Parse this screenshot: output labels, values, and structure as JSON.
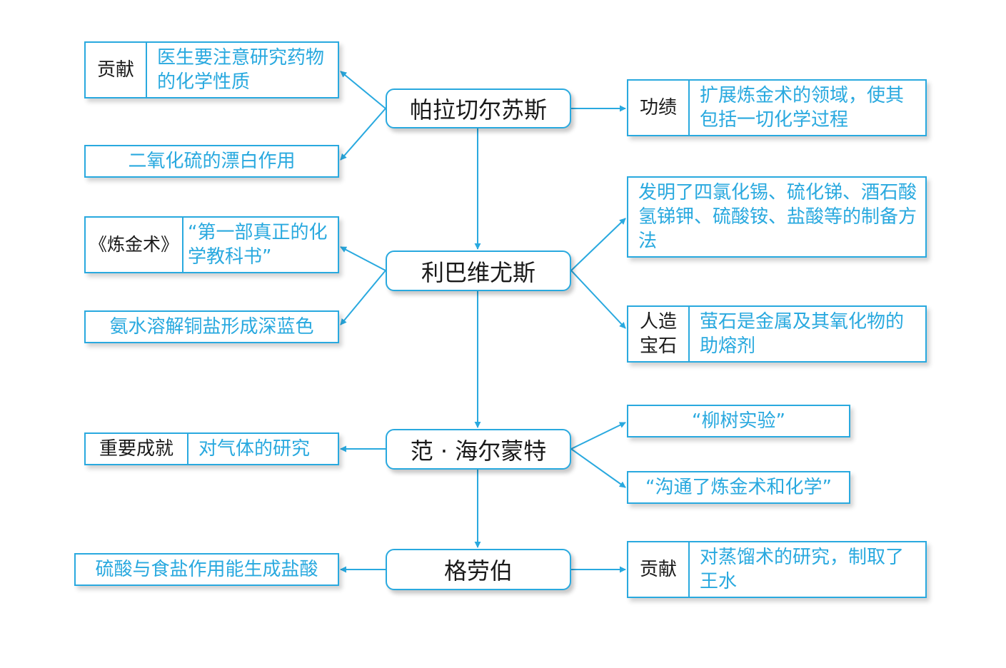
{
  "nodes": {
    "paracelsus": "帕拉切尔苏斯",
    "libavius": "利巴维尤斯",
    "vanhelmont": "范 · 海尔蒙特",
    "glauber": "格劳伯"
  },
  "paracelsus": {
    "contribution_label": "贡献",
    "contribution_text": "医生要注意研究药物的化学性质",
    "so2_text": "二氧化硫的漂白作用",
    "achievement_label": "功绩",
    "achievement_text": "扩展炼金术的领域，使其包括一切化学过程"
  },
  "libavius": {
    "book_label": "《炼金术》",
    "book_text": "“第一部真正的化学教科书”",
    "ammonia_text": "氨水溶解铜盐形成深蓝色",
    "invention_text": "发明了四氯化锡、硫化锑、酒石酸氢锑钾、硫酸铵、盐酸等的制备方法",
    "gem_label": "人造宝石",
    "gem_text": "萤石是金属及其氧化物的助熔剂"
  },
  "vanhelmont": {
    "achievement_label": "重要成就",
    "achievement_text": "对气体的研究",
    "willow_text": "“柳树实验”",
    "bridge_text": "“沟通了炼金术和化学”"
  },
  "glauber": {
    "hcl_text": "硫酸与食盐作用能生成盐酸",
    "contribution_label": "贡献",
    "contribution_text": "对蒸馏术的研究，制取了王水"
  },
  "colors": {
    "accent": "#29a9df",
    "node_text": "#1a1a1a"
  }
}
